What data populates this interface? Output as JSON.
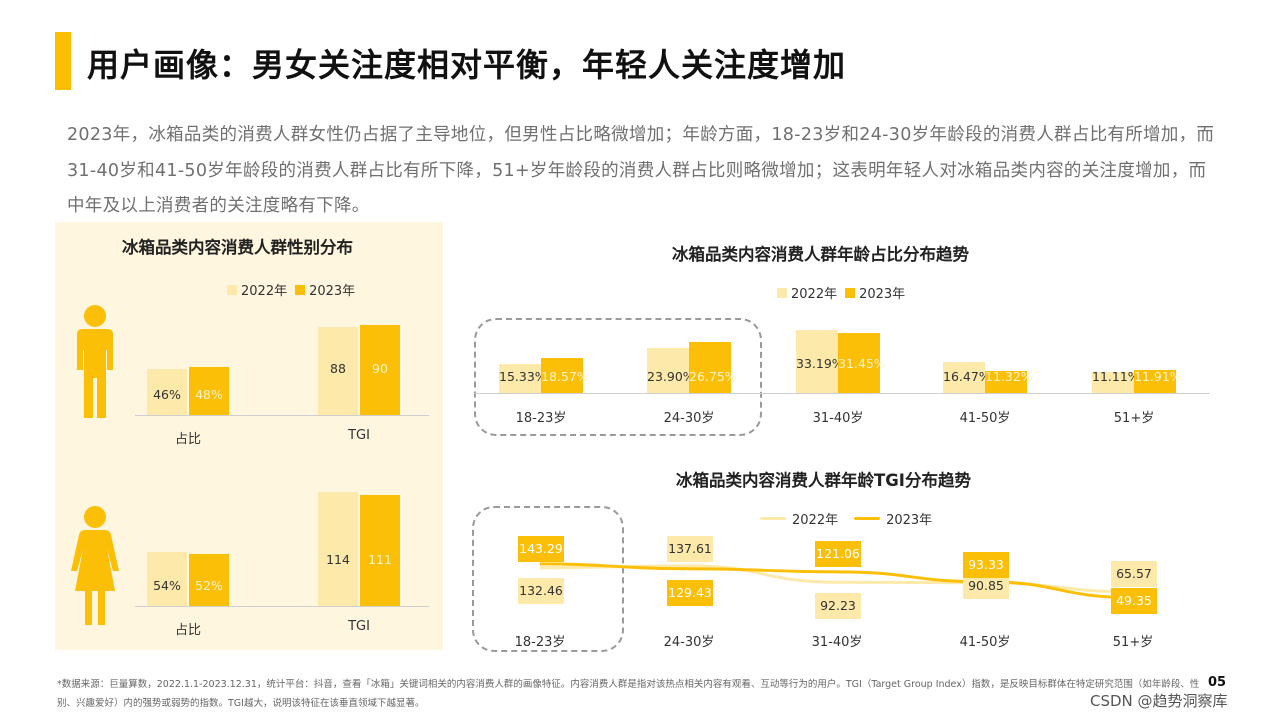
{
  "title": "用户画像：男女关注度相对平衡，年轻人关注度增加",
  "intro": "2023年，冰箱品类的消费人群女性仍占据了主导地位，但男性占比略微增加；年龄方面，18-23岁和24-30岁年龄段的消费人群占比有所增加，而31-40岁和41-50岁年龄段的消费人群占比有所下降，51+岁年龄段的消费人群占比则略微增加；这表明年轻人对冰箱品类内容的关注度增加，而中年及以上消费者的关注度略有下降。",
  "colors": {
    "accent": "#fcbf00",
    "y2022": "#fde9a9",
    "y2023": "#fcbf07",
    "panel": "#fef6df"
  },
  "icons": {
    "male": "male-figure-icon",
    "female": "female-figure-icon"
  },
  "chart_data": [
    {
      "type": "bar",
      "title": "冰箱品类内容消费人群性别分布",
      "legend": [
        "2022年",
        "2023年"
      ],
      "groups": [
        {
          "label": "male",
          "categories": [
            "占比",
            "TGI"
          ],
          "series": [
            {
              "name": "2022年",
              "values": [
                46,
                88
              ],
              "labels": [
                "46%",
                "88"
              ]
            },
            {
              "name": "2023年",
              "values": [
                48,
                90
              ],
              "labels": [
                "48%",
                "90"
              ]
            }
          ]
        },
        {
          "label": "female",
          "categories": [
            "占比",
            "TGI"
          ],
          "series": [
            {
              "name": "2022年",
              "values": [
                54,
                114
              ],
              "labels": [
                "54%",
                "114"
              ]
            },
            {
              "name": "2023年",
              "values": [
                52,
                111
              ],
              "labels": [
                "52%",
                "111"
              ]
            }
          ]
        }
      ]
    },
    {
      "type": "bar",
      "title": "冰箱品类内容消费人群年龄占比分布趋势",
      "legend": [
        "2022年",
        "2023年"
      ],
      "categories": [
        "18-23岁",
        "24-30岁",
        "31-40岁",
        "41-50岁",
        "51+岁"
      ],
      "series": [
        {
          "name": "2022年",
          "values": [
            15.33,
            23.9,
            33.19,
            16.47,
            11.11
          ],
          "labels": [
            "15.33%",
            "23.90%",
            "33.19%",
            "16.47%",
            "11.11%"
          ]
        },
        {
          "name": "2023年",
          "values": [
            18.57,
            26.75,
            31.45,
            11.32,
            11.91
          ],
          "labels": [
            "18.57%",
            "26.75%",
            "31.45%",
            "11.32%",
            "11.91%"
          ]
        }
      ]
    },
    {
      "type": "line",
      "title": "冰箱品类内容消费人群年龄TGI分布趋势",
      "legend": [
        "2022年",
        "2023年"
      ],
      "categories": [
        "18-23岁",
        "24-30岁",
        "31-40岁",
        "41-50岁",
        "51+岁"
      ],
      "series": [
        {
          "name": "2022年",
          "values": [
            132.46,
            137.61,
            92.23,
            90.85,
            65.57
          ],
          "labels": [
            "132.46",
            "137.61",
            "92.23",
            "90.85",
            "65.57"
          ]
        },
        {
          "name": "2023年",
          "values": [
            143.29,
            129.43,
            121.06,
            93.33,
            49.35
          ],
          "labels": [
            "143.29",
            "129.43",
            "121.06",
            "93.33",
            "49.35"
          ]
        }
      ]
    }
  ],
  "footnote": "*数据来源：巨量算数，2022.1.1-2023.12.31，统计平台：抖音，查看「冰箱」关键词相关的内容消费人群的画像特征。内容消费人群是指对该热点相关内容有观看、互动等行为的用户。TGI（Target Group Index）指数，是反映目标群体在特定研究范围（如年龄段、性别、兴趣爱好）内的强势或弱势的指数。TGI越大，说明该特征在该垂直领域下越显著。",
  "page_number": "05",
  "watermark": "CSDN @趋势洞察库"
}
